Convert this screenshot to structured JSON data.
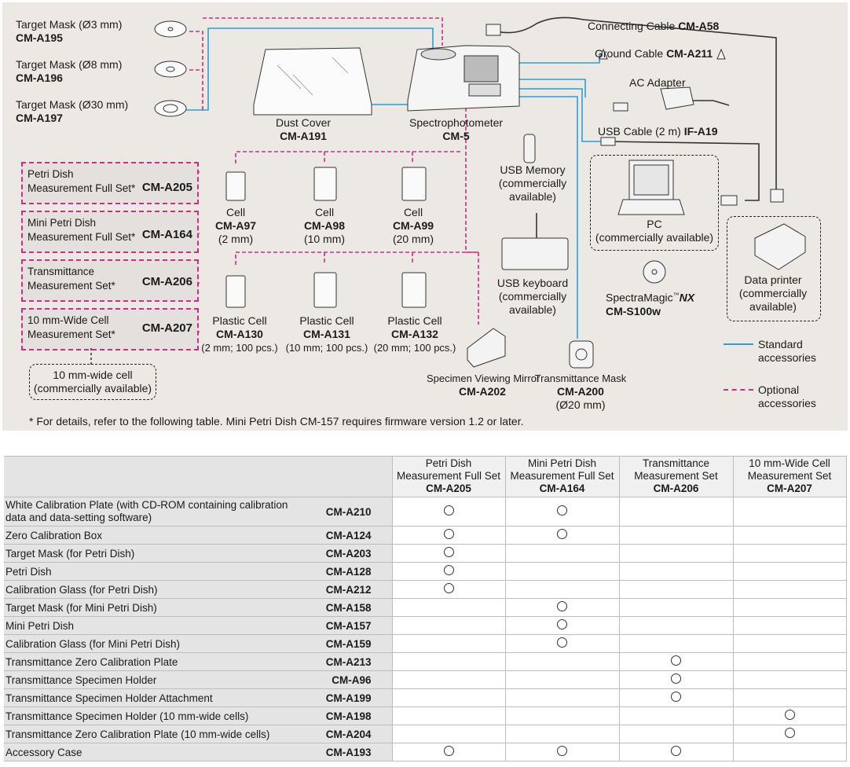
{
  "diagram": {
    "target_masks": [
      {
        "name": "Target Mask (Ø3 mm)",
        "code": "CM-A195"
      },
      {
        "name": "Target Mask (Ø8 mm)",
        "code": "CM-A196"
      },
      {
        "name": "Target Mask (Ø30 mm)",
        "code": "CM-A197"
      }
    ],
    "dust_cover": {
      "name": "Dust Cover",
      "code": "CM-A191"
    },
    "spectrophotometer": {
      "name": "Spectrophotometer",
      "code": "CM-5"
    },
    "connecting_cable": {
      "name": "Connecting Cable",
      "code": "CM-A58"
    },
    "ground_cable": {
      "name": "Ground Cable",
      "code": "CM-A211"
    },
    "ac_adapter": {
      "name": "AC Adapter"
    },
    "usb_cable": {
      "name": "USB Cable (2 m)",
      "code": "IF-A19"
    },
    "usb_memory": {
      "line1": "USB Memory",
      "line2": "(commercially",
      "line3": "available)"
    },
    "usb_keyboard": {
      "line1": "USB keyboard",
      "line2": "(commercially",
      "line3": "available)"
    },
    "pc": {
      "line1": "PC",
      "line2": "(commercially available)"
    },
    "software": {
      "name": "SpectraMagic",
      "tm": "™",
      "suffix": "NX",
      "code": "CM-S100w"
    },
    "data_printer": {
      "line1": "Data printer",
      "line2": "(commercially",
      "line3": "available)"
    },
    "cells": [
      {
        "name": "Cell",
        "code": "CM-A97",
        "size": "(2 mm)"
      },
      {
        "name": "Cell",
        "code": "CM-A98",
        "size": "(10 mm)"
      },
      {
        "name": "Cell",
        "code": "CM-A99",
        "size": "(20 mm)"
      }
    ],
    "plastic_cells": [
      {
        "name": "Plastic Cell",
        "code": "CM-A130",
        "size": "(2 mm; 100 pcs.)"
      },
      {
        "name": "Plastic Cell",
        "code": "CM-A131",
        "size": "(10 mm; 100 pcs.)"
      },
      {
        "name": "Plastic Cell",
        "code": "CM-A132",
        "size": "(20 mm; 100 pcs.)"
      }
    ],
    "sets": [
      {
        "line1": "Petri Dish",
        "line2": "Measurement Full Set*",
        "code": "CM-A205"
      },
      {
        "line1": "Mini Petri Dish",
        "line2": "Measurement Full Set*",
        "code": "CM-A164"
      },
      {
        "line1": "Transmittance",
        "line2": "Measurement Set*",
        "code": "CM-A206"
      },
      {
        "line1": "10 mm-Wide Cell",
        "line2": "Measurement Set*",
        "code": "CM-A207"
      }
    ],
    "wide_cell": {
      "line1": "10 mm-wide cell",
      "line2": "(commercially available)"
    },
    "viewing_mirror": {
      "name": "Specimen Viewing Mirror",
      "code": "CM-A202"
    },
    "transmittance_mask": {
      "name": "Transmittance Mask",
      "code": "CM-A200",
      "size": "(Ø20 mm)"
    },
    "legend": {
      "standard": {
        "line1": "Standard",
        "line2": "accessories",
        "color": "#2a9fd6"
      },
      "optional": {
        "line1": "Optional",
        "line2": "accessories",
        "color": "#cf2b87"
      }
    },
    "footnote": "* For details, refer to the following table.  Mini Petri Dish CM-157 requires firmware version 1.2 or later."
  },
  "table": {
    "columns": [
      {
        "line1": "Petri Dish",
        "line2": "Measurement Full Set",
        "code": "CM-A205"
      },
      {
        "line1": "Mini Petri Dish",
        "line2": "Measurement Full Set",
        "code": "CM-A164"
      },
      {
        "line1": "Transmittance",
        "line2": "Measurement Set",
        "code": "CM-A206"
      },
      {
        "line1": "10 mm-Wide Cell",
        "line2": "Measurement Set",
        "code": "CM-A207"
      }
    ],
    "rows": [
      {
        "name": "White Calibration Plate (with CD-ROM containing calibration",
        "name2": "data and data-setting software)",
        "code": "CM-A210",
        "marks": [
          true,
          true,
          false,
          false
        ]
      },
      {
        "name": "Zero Calibration Box",
        "code": "CM-A124",
        "marks": [
          true,
          true,
          false,
          false
        ]
      },
      {
        "name": "Target Mask (for Petri Dish)",
        "code": "CM-A203",
        "marks": [
          true,
          false,
          false,
          false
        ]
      },
      {
        "name": "Petri Dish",
        "code": "CM-A128",
        "marks": [
          true,
          false,
          false,
          false
        ]
      },
      {
        "name": "Calibration Glass (for Petri Dish)",
        "code": "CM-A212",
        "marks": [
          true,
          false,
          false,
          false
        ]
      },
      {
        "name": "Target Mask (for Mini Petri Dish)",
        "code": "CM-A158",
        "marks": [
          false,
          true,
          false,
          false
        ]
      },
      {
        "name": "Mini Petri Dish",
        "code": "CM-A157",
        "marks": [
          false,
          true,
          false,
          false
        ]
      },
      {
        "name": "Calibration Glass (for Mini Petri Dish)",
        "code": "CM-A159",
        "marks": [
          false,
          true,
          false,
          false
        ]
      },
      {
        "name": "Transmittance Zero Calibration Plate",
        "code": "CM-A213",
        "marks": [
          false,
          false,
          true,
          false
        ]
      },
      {
        "name": "Transmittance Specimen Holder",
        "code": "CM-A96",
        "marks": [
          false,
          false,
          true,
          false
        ]
      },
      {
        "name": "Transmittance Specimen Holder Attachment",
        "code": "CM-A199",
        "marks": [
          false,
          false,
          true,
          false
        ]
      },
      {
        "name": "Transmittance Specimen Holder (10 mm-wide cells)",
        "code": "CM-A198",
        "marks": [
          false,
          false,
          false,
          true
        ]
      },
      {
        "name": "Transmittance Zero Calibration Plate  (10 mm-wide cells)",
        "code": "CM-A204",
        "marks": [
          false,
          false,
          false,
          true
        ]
      },
      {
        "name": "Accessory Case",
        "code": "CM-A193",
        "marks": [
          true,
          true,
          true,
          false
        ]
      }
    ]
  }
}
